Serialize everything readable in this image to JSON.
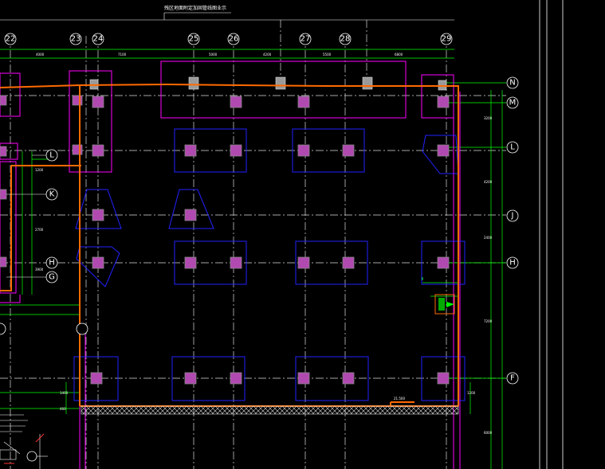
{
  "drawing": {
    "title": "残区地面附定加固管线图业示",
    "level_mark": "21.500",
    "colors": {
      "background": "#000000",
      "axis": "#ffffff",
      "dimension": "#00ff00",
      "pile_cap": "#0000ff",
      "column": "#c0c0c0",
      "column_fill": "#b04ab0",
      "wall": "#ff00ff",
      "boundary": "#ff6a00"
    }
  },
  "grid_x": [
    "22",
    "23",
    "24",
    "25",
    "26",
    "27",
    "28",
    "29"
  ],
  "grid_y": [
    "N",
    "M",
    "L",
    "J",
    "H",
    "F"
  ],
  "grid_y_left": [
    "L",
    "K",
    "H",
    "G"
  ]
}
